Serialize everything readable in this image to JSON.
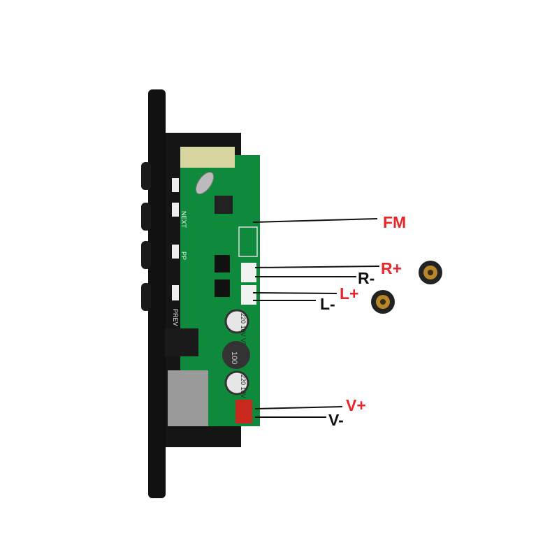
{
  "colors": {
    "pcb": "#0f8a3c",
    "label_red": "#e8262a",
    "label_black": "#111111",
    "panel": "#111111",
    "connector_red": "#c8281e"
  },
  "board_silkscreen": {
    "next": "NEXT",
    "pp": "PP",
    "prev": "PREV",
    "cap1": "220 10V VT",
    "cap2": "220 10V VT",
    "inductor": "100"
  },
  "labels": {
    "fm": "FM",
    "r_plus": "R+",
    "r_minus": "R-",
    "l_plus": "L+",
    "l_minus": "L-",
    "v_plus": "V+",
    "v_minus": "V-"
  }
}
